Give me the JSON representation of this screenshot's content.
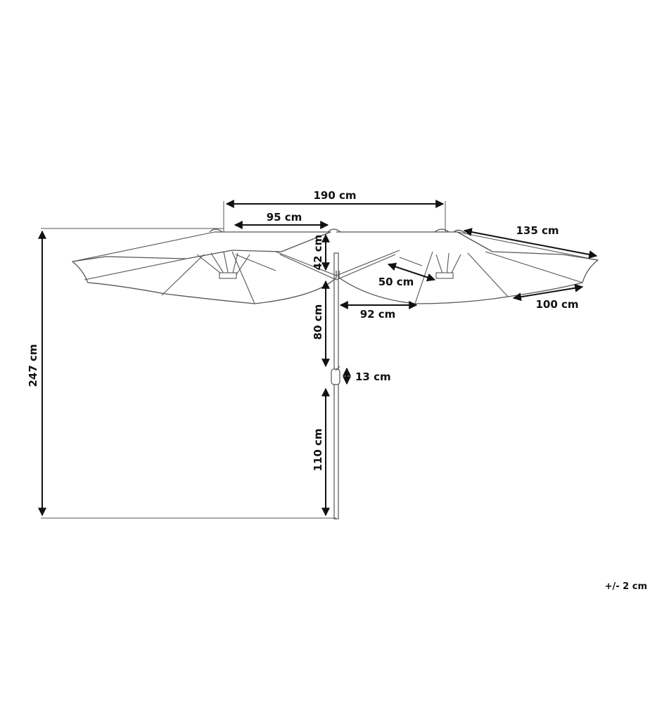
{
  "dimensions": {
    "total_width": "190 cm",
    "half_width": "95 cm",
    "canopy_length": "135 cm",
    "canopy_depth": "42 cm",
    "rib_span": "50 cm",
    "edge_width": "100 cm",
    "center_span": "92 cm",
    "upper_pole": "80 cm",
    "crank_height": "13 cm",
    "lower_pole": "110 cm",
    "total_height": "247 cm"
  },
  "tolerance": "+/- 2 cm",
  "colors": {
    "ink": "#111111",
    "outline": "#555555"
  }
}
